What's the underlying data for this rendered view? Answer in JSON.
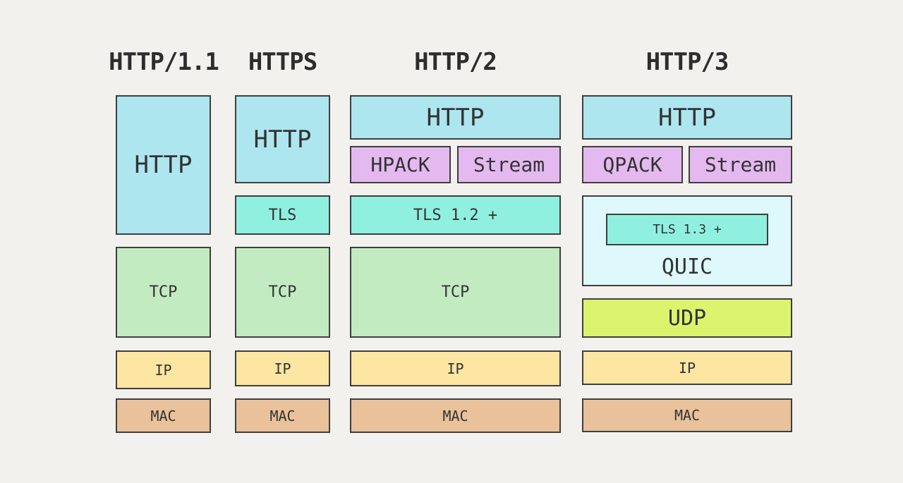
{
  "columns": [
    {
      "title": "HTTP/1.1",
      "layers": {
        "http": "HTTP",
        "tcp": "TCP",
        "ip": "IP",
        "mac": "MAC"
      }
    },
    {
      "title": "HTTPS",
      "layers": {
        "http": "HTTP",
        "tls": "TLS",
        "tcp": "TCP",
        "ip": "IP",
        "mac": "MAC"
      }
    },
    {
      "title": "HTTP/2",
      "layers": {
        "http": "HTTP",
        "hpack": "HPACK",
        "stream": "Stream",
        "tls": "TLS 1.2 +",
        "tcp": "TCP",
        "ip": "IP",
        "mac": "MAC"
      }
    },
    {
      "title": "HTTP/3",
      "layers": {
        "http": "HTTP",
        "qpack": "QPACK",
        "stream": "Stream",
        "tls": "TLS 1.3 +",
        "quic": "QUIC",
        "udp": "UDP",
        "ip": "IP",
        "mac": "MAC"
      }
    }
  ],
  "colors": {
    "http": "#ade6ef",
    "header_compression": "#e4b9ef",
    "tls": "#8ff0df",
    "tcp": "#c2ebc1",
    "quic": "#dff8fb",
    "udp": "#dcf46d",
    "ip": "#fde5a2",
    "mac": "#e9c19a"
  }
}
